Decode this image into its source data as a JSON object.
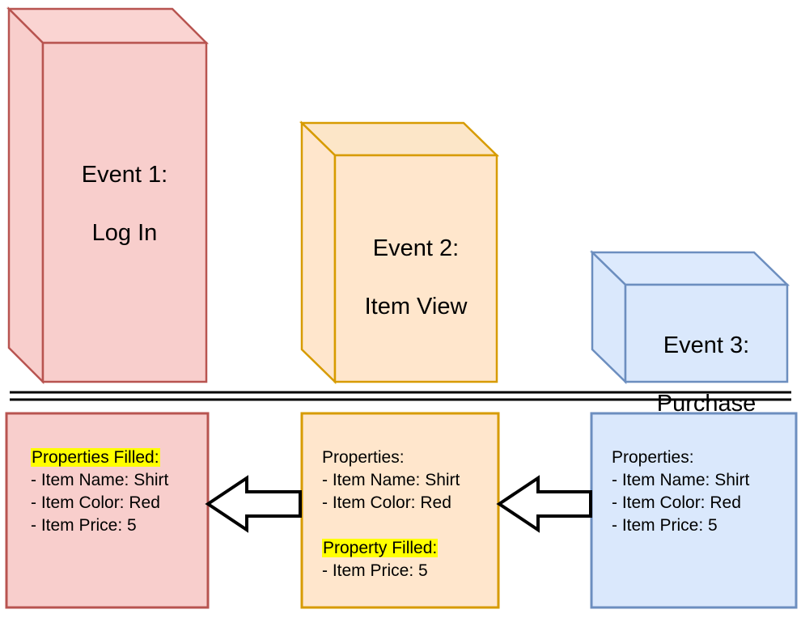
{
  "diagram": {
    "title": "Event property backfill diagram",
    "type": "3d-bar-flow",
    "colors": {
      "pink_fill": "#F8CECC",
      "pink_fill_top": "#FAD4D2",
      "pink_stroke": "#B85450",
      "orange_fill": "#FFE6CC",
      "orange_fill_top": "#FCE6C8",
      "orange_stroke": "#D79B00",
      "blue_fill": "#DAE8FC",
      "blue_fill_top": "#DDEAFD",
      "blue_stroke": "#6C8EBF",
      "divider": "#000000",
      "arrow_fill": "#FFFFFF",
      "arrow_stroke": "#000000",
      "highlight": "#FFFF00"
    },
    "events": [
      {
        "id": "event-1",
        "label": "Event 1:\nLog In",
        "line1": "Event 1:",
        "line2": "Log In",
        "color": "pink"
      },
      {
        "id": "event-2",
        "label": "Event 2:\nItem View",
        "line1": "Event 2:",
        "line2": "Item View",
        "color": "orange"
      },
      {
        "id": "event-3",
        "label": "Event 3:\nPurchase",
        "line1": "Event 3:",
        "line2": "Purchase",
        "color": "blue"
      }
    ],
    "divider": {
      "count": 2
    },
    "property_boxes": [
      {
        "id": "properties-box-event-1",
        "color": "pink",
        "heading": "Properties Filled:",
        "heading_highlighted": true,
        "items": [
          "- Item Name: Shirt",
          "- Item Color: Red",
          "- Item Price: 5"
        ],
        "second_heading": null,
        "second_heading_highlighted": false,
        "second_items": []
      },
      {
        "id": "properties-box-event-2",
        "color": "orange",
        "heading": "Properties:",
        "heading_highlighted": false,
        "items": [
          "- Item Name: Shirt",
          "- Item Color: Red"
        ],
        "second_heading": "Property Filled:",
        "second_heading_highlighted": true,
        "second_items": [
          "- Item Price: 5"
        ]
      },
      {
        "id": "properties-box-event-3",
        "color": "blue",
        "heading": "Properties:",
        "heading_highlighted": false,
        "items": [
          "- Item Name: Shirt",
          "- Item Color: Red",
          "- Item Price: 5"
        ],
        "second_heading": null,
        "second_heading_highlighted": false,
        "second_items": []
      }
    ],
    "arrows": [
      {
        "id": "arrow-box3-to-box2",
        "direction": "left"
      },
      {
        "id": "arrow-box2-to-box1",
        "direction": "left"
      }
    ]
  }
}
